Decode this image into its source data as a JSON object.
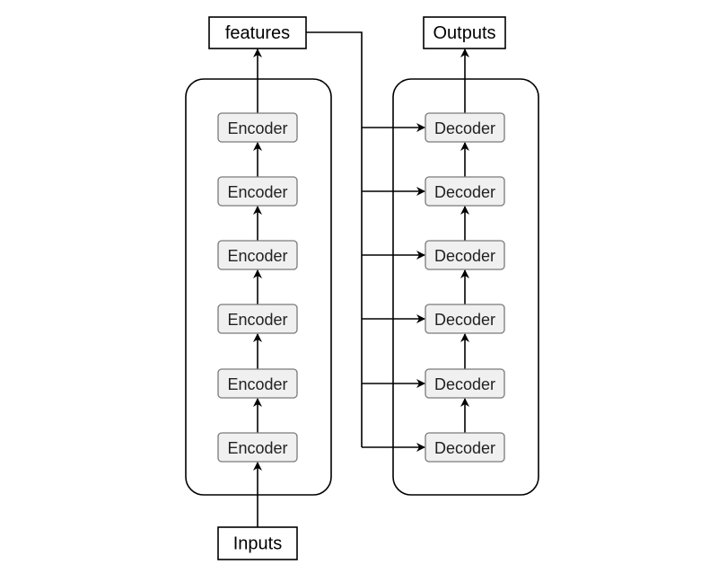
{
  "diagram": {
    "inputs_label": "Inputs",
    "features_label": "features",
    "outputs_label": "Outputs",
    "encoders": [
      "Encoder",
      "Encoder",
      "Encoder",
      "Encoder",
      "Encoder",
      "Encoder"
    ],
    "decoders": [
      "Decoder",
      "Decoder",
      "Decoder",
      "Decoder",
      "Decoder",
      "Decoder"
    ]
  }
}
